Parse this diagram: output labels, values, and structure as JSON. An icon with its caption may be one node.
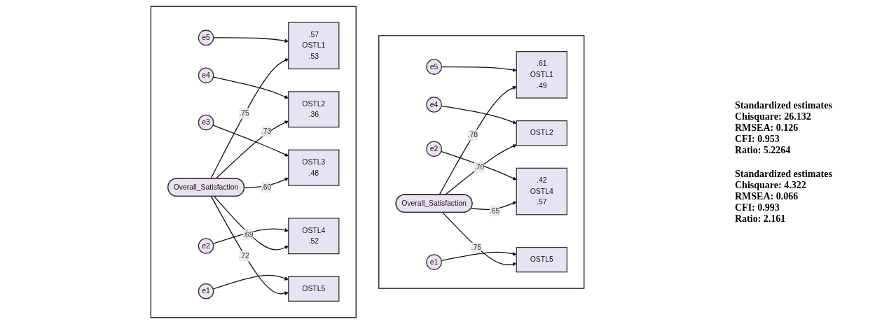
{
  "diagram": {
    "nodes": [
      {
        "text": [],
        "shape": "box"
      },
      {
        "text": [
          "e5"
        ],
        "in": 0
      },
      {
        "text": [
          "e4"
        ],
        "in": 0
      },
      {
        "text": [
          "e3"
        ],
        "in": 0
      },
      {
        "text": [
          "e2"
        ],
        "in": 0
      },
      {
        "text": [
          "e1"
        ],
        "in": 0
      },
      {
        "text": [
          ".57",
          "OSTL1",
          ".53"
        ],
        "in": 0
      },
      {
        "text": [
          "OSTL2",
          ".36"
        ],
        "in": 0
      },
      {
        "text": [
          "OSTL3",
          ".48"
        ],
        "in": 0
      },
      {
        "text": [
          "OSTL4",
          ".52"
        ],
        "in": 0
      },
      {
        "text": [
          "OSTL5"
        ],
        "in": 0
      },
      {
        "text": [
          "Overall_Satisfaction"
        ],
        "in": 0
      },
      {
        "text": [],
        "shape": "box"
      },
      {
        "text": [
          "e5"
        ],
        "in": 12
      },
      {
        "text": [
          "e4"
        ],
        "in": 12
      },
      {
        "text": [
          "e2"
        ],
        "in": 12
      },
      {
        "text": [
          "e1"
        ],
        "in": 12
      },
      {
        "text": [
          ".61",
          "OSTL1",
          ".49"
        ],
        "in": 12
      },
      {
        "text": [
          "OSTL2"
        ],
        "in": 12
      },
      {
        "text": [
          ".42",
          "OSTL4",
          ".57"
        ],
        "in": 12
      },
      {
        "text": [
          "OSTL5"
        ],
        "in": 12
      },
      {
        "text": [
          "Overall_Satisfaction"
        ],
        "in": 12
      }
    ],
    "edges": [
      {
        "from": 1,
        "to": 6,
        "arrow": "to"
      },
      {
        "from": 2,
        "to": 7,
        "arrow": "to"
      },
      {
        "from": 3,
        "to": 8,
        "arrow": "to"
      },
      {
        "from": 4,
        "to": 9,
        "arrow": "to"
      },
      {
        "from": 5,
        "to": 10,
        "arrow": "to"
      },
      {
        "from": 11,
        "to": 6,
        "arrow": "to",
        "label": ".75"
      },
      {
        "from": 11,
        "to": 7,
        "arrow": "to",
        "label": ".73"
      },
      {
        "from": 11,
        "to": 8,
        "arrow": "to",
        "label": ".60"
      },
      {
        "from": 11,
        "to": 9,
        "arrow": "to",
        "label": ".69"
      },
      {
        "from": 11,
        "to": 10,
        "arrow": "to",
        "label": ".72"
      },
      {
        "from": 13,
        "to": 17,
        "arrow": "to"
      },
      {
        "from": 14,
        "to": 18,
        "arrow": "to"
      },
      {
        "from": 15,
        "to": 19,
        "arrow": "to"
      },
      {
        "from": 16,
        "to": 20,
        "arrow": "to"
      },
      {
        "from": 21,
        "to": 17,
        "arrow": "to",
        "label": ".78"
      },
      {
        "from": 21,
        "to": 18,
        "arrow": "to",
        "label": ".70"
      },
      {
        "from": 21,
        "to": 19,
        "arrow": "to",
        "label": ".65"
      },
      {
        "from": 21,
        "to": 20,
        "arrow": "to",
        "label": ".75"
      }
    ],
    "labels": [
      "Standardized estimates",
      "Chisquare: 26.132",
      "RMSEA: 0.126",
      "CFI: 0.953",
      "Ratio: 5.2264",
      "Standardized estimates",
      "Chisquare: 4.322",
      "RMSEA: 0.066",
      "CFI: 0.993",
      "Ratio: 2.161"
    ]
  }
}
